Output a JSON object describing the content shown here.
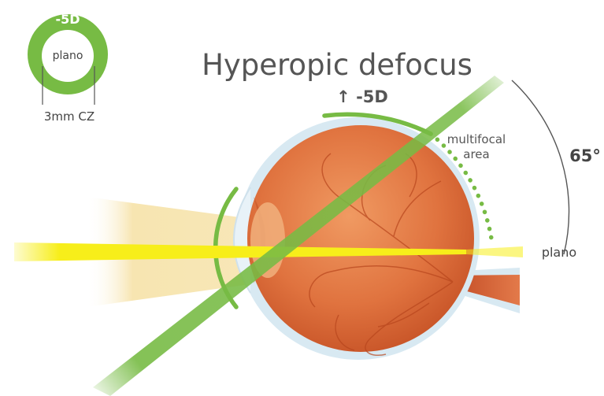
{
  "title": "Hyperopic defocus",
  "lens_icon": {
    "outer_power": "-5D",
    "center_label": "plano",
    "caption": "3mm CZ"
  },
  "labels": {
    "arc_power": "↑ -5D",
    "multifocal_line1": "multifocal",
    "multifocal_line2": "area",
    "angle": "65°",
    "plano": "plano"
  },
  "colors": {
    "green": "#77bb44",
    "green_dark": "#5aa02e",
    "yellow_beam": "#f7ee1a",
    "pale_beam": "#f6e2a8",
    "eye_orange": "#d9683a",
    "sclera_blue": "#d8e9f2",
    "text_gray": "#555555",
    "angle_gray": "#444444"
  }
}
